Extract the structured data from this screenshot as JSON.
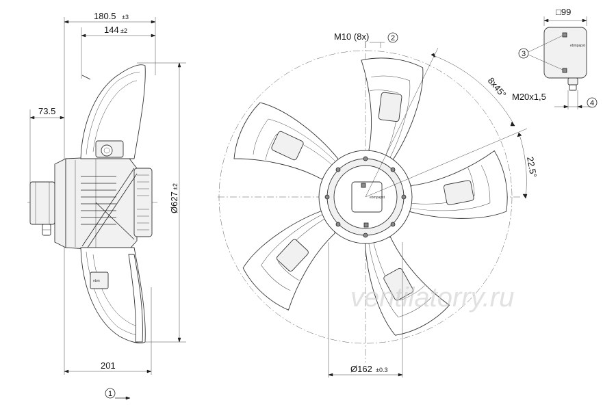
{
  "dimensions": {
    "overall_depth": {
      "value": "180.5",
      "tolerance": "±3"
    },
    "blade_depth": {
      "value": "144",
      "tolerance": "±2"
    },
    "motor_offset": {
      "value": "73.5"
    },
    "diameter": {
      "value": "Ø627",
      "tolerance": "±2"
    },
    "base_depth": {
      "value": "201"
    },
    "hub_diameter": {
      "value": "Ø162",
      "tolerance": "±0.3"
    },
    "mounting_thread": {
      "value": "M10 (8x)"
    },
    "bolt_angle": {
      "value": "8x45°"
    },
    "offset_angle": {
      "value": "22.5°"
    },
    "terminal_box_size": {
      "value": "□99"
    },
    "cable_gland": {
      "value": "M20x1,5"
    }
  },
  "callouts": {
    "item_1": "1",
    "item_2": "2",
    "item_3": "3",
    "item_4": "4"
  },
  "watermark": "ventilatorry.ru",
  "brand_label": "ebmpapst"
}
